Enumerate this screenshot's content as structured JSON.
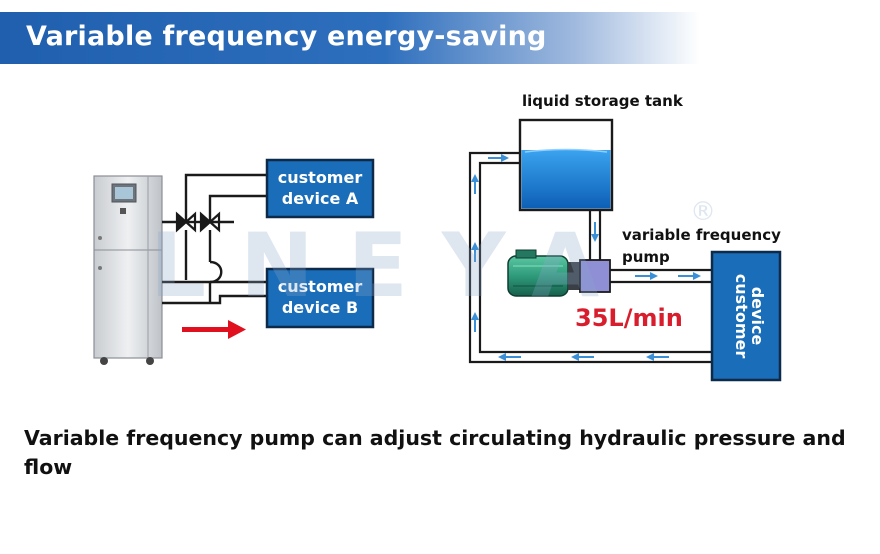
{
  "header": {
    "title": "Variable frequency energy-saving"
  },
  "left_diagram": {
    "device_a_line1": "customer",
    "device_a_line2": "device A",
    "device_b_line1": "customer",
    "device_b_line2": "device B"
  },
  "right_diagram": {
    "tank_label": "liquid storage tank",
    "pump_label_line1": "variable frequency",
    "pump_label_line2": "pump",
    "flow_rate": "35L/min",
    "device_line1": "customer",
    "device_line2": "device"
  },
  "watermark": {
    "logo": "LNEYA",
    "registered_mark": "®"
  },
  "caption": {
    "text": "Variable frequency pump can adjust circulating hydraulic pressure and flow"
  },
  "colors": {
    "banner_blue": "#1f5fae",
    "device_box_blue": "#1a6db8",
    "device_box_border": "#0d2a4a",
    "flow_arrow_blue": "#3a8fd6",
    "flow_rate_red": "#d81e2c",
    "direction_arrow_red": "#e0101e",
    "pump_green": "#2f9a7a"
  }
}
